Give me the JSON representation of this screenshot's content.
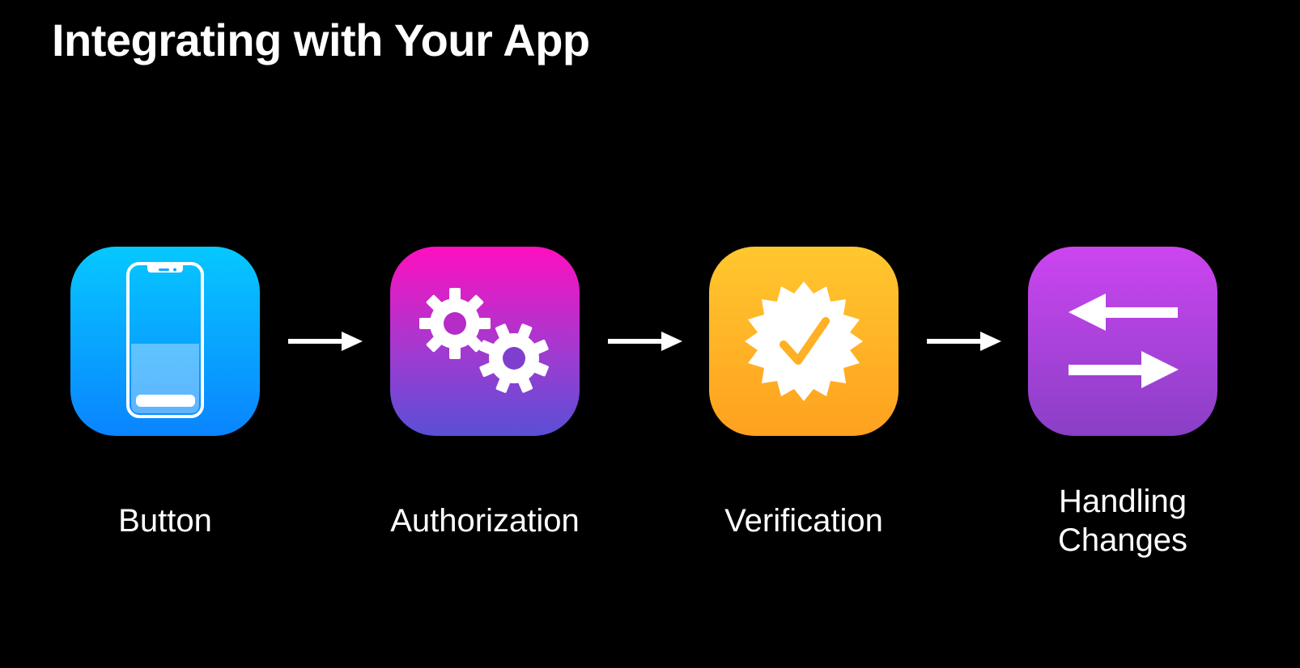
{
  "title": "Integrating with Your App",
  "steps": [
    {
      "label": "Button",
      "icon": "phone-icon",
      "colors": [
        "#06c8ff",
        "#0a84ff"
      ]
    },
    {
      "label": "Authorization",
      "icon": "gears-icon",
      "colors": [
        "#ff0fbf",
        "#5a4fd6"
      ]
    },
    {
      "label": "Verification",
      "icon": "verified-badge-icon",
      "colors": [
        "#ffc72e",
        "#ffa11f"
      ]
    },
    {
      "label_line1": "Handling",
      "label_line2": "Changes",
      "icon": "swap-arrows-icon",
      "colors": [
        "#cc45f0",
        "#8a3fc6"
      ]
    }
  ],
  "connector_icon": "right-arrow-icon",
  "background": "#000000"
}
